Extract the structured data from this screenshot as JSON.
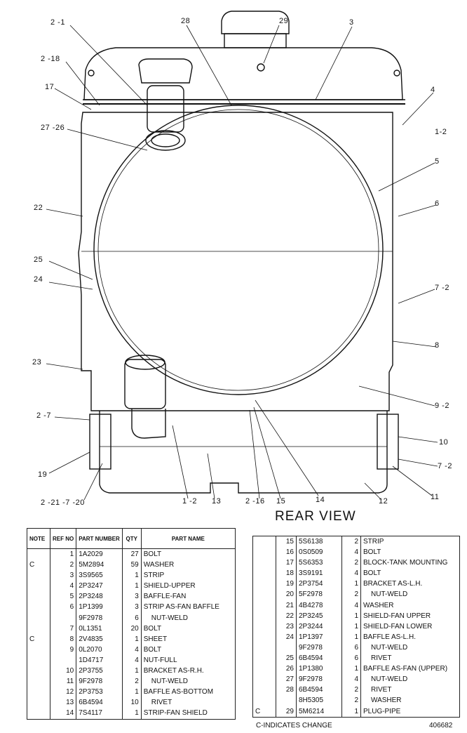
{
  "view_title": "REAR VIEW",
  "callouts": {
    "c_2_1": "2 -1",
    "c_28": "28",
    "c_29": "29",
    "c_3": "3",
    "c_2_18": "2 -18",
    "c_17": "17",
    "c_4": "4",
    "c_27_26": "27 -26",
    "c_1_2a": "1-2",
    "c_5": "5",
    "c_22": "22",
    "c_6": "6",
    "c_25": "25",
    "c_24": "24",
    "c_7_2a": "7 -2",
    "c_8": "8",
    "c_23": "23",
    "c_9_2": "9 -2",
    "c_2_7": "2 -7",
    "c_10": "10",
    "c_19": "19",
    "c_7_2b": "7 -2",
    "c_11": "11",
    "c_2_21_7_20": "2 -21 -7 -20",
    "c_1_2b": "1 -2",
    "c_13": "13",
    "c_2_16": "2 -16",
    "c_15": "15",
    "c_14": "14",
    "c_12": "12"
  },
  "table_headers": {
    "note": "NOTE",
    "ref_no": "REF NO",
    "part_number": "PART NUMBER",
    "qty": "QTY",
    "part_name": "PART NAME"
  },
  "parts_left": [
    {
      "note": "",
      "ref": "1",
      "pn": "1A2029",
      "qty": "27",
      "name": "BOLT",
      "indent": false
    },
    {
      "note": "C",
      "ref": "2",
      "pn": "5M2894",
      "qty": "59",
      "name": "WASHER",
      "indent": false
    },
    {
      "note": "",
      "ref": "3",
      "pn": "3S9565",
      "qty": "1",
      "name": "STRIP",
      "indent": false
    },
    {
      "note": "",
      "ref": "4",
      "pn": "2P3247",
      "qty": "1",
      "name": "SHIELD-UPPER",
      "indent": false
    },
    {
      "note": "",
      "ref": "5",
      "pn": "2P3248",
      "qty": "3",
      "name": "BAFFLE-FAN",
      "indent": false
    },
    {
      "note": "",
      "ref": "6",
      "pn": "1P1399",
      "qty": "3",
      "name": "STRIP AS-FAN BAFFLE",
      "indent": false
    },
    {
      "note": "",
      "ref": "",
      "pn": "9F2978",
      "qty": "6",
      "name": "NUT-WELD",
      "indent": true
    },
    {
      "note": "",
      "ref": "7",
      "pn": "0L1351",
      "qty": "20",
      "name": "BOLT",
      "indent": false
    },
    {
      "note": "C",
      "ref": "8",
      "pn": "2V4835",
      "qty": "1",
      "name": "SHEET",
      "indent": false
    },
    {
      "note": "",
      "ref": "9",
      "pn": "0L2070",
      "qty": "4",
      "name": "BOLT",
      "indent": false
    },
    {
      "note": "",
      "ref": "",
      "pn": "1D4717",
      "qty": "4",
      "name": "NUT-FULL",
      "indent": false
    },
    {
      "note": "",
      "ref": "10",
      "pn": "2P3755",
      "qty": "1",
      "name": "BRACKET AS-R.H.",
      "indent": false
    },
    {
      "note": "",
      "ref": "11",
      "pn": "9F2978",
      "qty": "2",
      "name": "NUT-WELD",
      "indent": true
    },
    {
      "note": "",
      "ref": "12",
      "pn": "2P3753",
      "qty": "1",
      "name": "BAFFLE AS-BOTTOM",
      "indent": false
    },
    {
      "note": "",
      "ref": "13",
      "pn": "6B4594",
      "qty": "10",
      "name": "RIVET",
      "indent": true
    },
    {
      "note": "",
      "ref": "14",
      "pn": "7S4117",
      "qty": "1",
      "name": "STRIP-FAN SHIELD",
      "indent": false
    }
  ],
  "parts_right": [
    {
      "note": "",
      "ref": "15",
      "pn": "5S6138",
      "qty": "2",
      "name": "STRIP",
      "indent": false
    },
    {
      "note": "",
      "ref": "16",
      "pn": "0S0509",
      "qty": "4",
      "name": "BOLT",
      "indent": false
    },
    {
      "note": "",
      "ref": "17",
      "pn": "5S6353",
      "qty": "2",
      "name": "BLOCK-TANK MOUNTING",
      "indent": false
    },
    {
      "note": "",
      "ref": "18",
      "pn": "3S9191",
      "qty": "4",
      "name": "BOLT",
      "indent": false
    },
    {
      "note": "",
      "ref": "19",
      "pn": "2P3754",
      "qty": "1",
      "name": "BRACKET AS-L.H.",
      "indent": false
    },
    {
      "note": "",
      "ref": "20",
      "pn": "5F2978",
      "qty": "2",
      "name": "NUT-WELD",
      "indent": true
    },
    {
      "note": "",
      "ref": "21",
      "pn": "4B4278",
      "qty": "4",
      "name": "WASHER",
      "indent": false
    },
    {
      "note": "",
      "ref": "22",
      "pn": "2P3245",
      "qty": "1",
      "name": "SHIELD-FAN UPPER",
      "indent": false
    },
    {
      "note": "",
      "ref": "23",
      "pn": "2P3244",
      "qty": "1",
      "name": "SHIELD-FAN LOWER",
      "indent": false
    },
    {
      "note": "",
      "ref": "24",
      "pn": "1P1397",
      "qty": "1",
      "name": "BAFFLE AS-L.H.",
      "indent": false
    },
    {
      "note": "",
      "ref": "",
      "pn": "9F2978",
      "qty": "6",
      "name": "NUT-WELD",
      "indent": true
    },
    {
      "note": "",
      "ref": "25",
      "pn": "6B4594",
      "qty": "6",
      "name": "RIVET",
      "indent": true
    },
    {
      "note": "",
      "ref": "26",
      "pn": "1P1380",
      "qty": "1",
      "name": "BAFFLE AS-FAN (UPPER)",
      "indent": false
    },
    {
      "note": "",
      "ref": "27",
      "pn": "9F2978",
      "qty": "4",
      "name": "NUT-WELD",
      "indent": true
    },
    {
      "note": "",
      "ref": "28",
      "pn": "6B4594",
      "qty": "2",
      "name": "RIVET",
      "indent": true
    },
    {
      "note": "",
      "ref": "",
      "pn": "8H5305",
      "qty": "2",
      "name": "WASHER",
      "indent": true
    },
    {
      "note": "C",
      "ref": "29",
      "pn": "5M6214",
      "qty": "1",
      "name": "PLUG-PIPE",
      "indent": false
    }
  ],
  "footnote": "C-INDICATES CHANGE",
  "drawing_number": "406682"
}
